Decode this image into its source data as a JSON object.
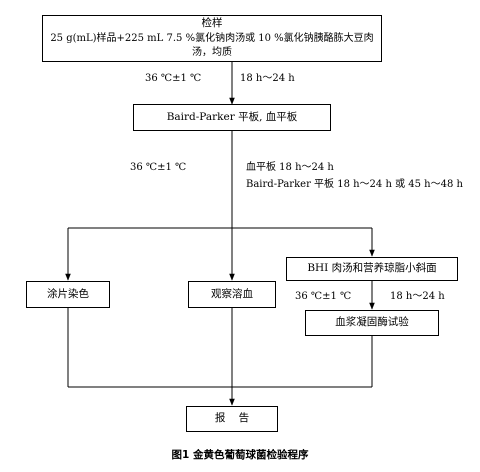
{
  "sample_box": {
    "title": "检样",
    "text": "25 g(mL)样品+225 mL 7.5 %氯化钠肉汤或 10 %氯化钠胰酪胨大豆肉汤，均质"
  },
  "step1": {
    "temp": "36 ℃±1 ℃",
    "time": "18 h～24 h"
  },
  "baird_box": {
    "text": "Baird-Parker 平板, 血平板"
  },
  "step2": {
    "temp": "36 ℃±1 ℃",
    "time_line1": "血平板 18 h～24 h",
    "time_line2": "Baird-Parker 平板 18 h～24 h 或 45 h～48 h"
  },
  "smear_box": {
    "text": "涂片染色"
  },
  "hemolysis_box": {
    "text": "观察溶血"
  },
  "bhi_box": {
    "text": "BHI 肉汤和营养琼脂小斜面"
  },
  "step3": {
    "temp": "36 ℃±1 ℃",
    "time": "18 h～24 h"
  },
  "coagulase_box": {
    "text": "血浆凝固酶试验"
  },
  "report_box": {
    "text": "报    告"
  },
  "caption": "图1  金黄色葡萄球菌检验程序"
}
